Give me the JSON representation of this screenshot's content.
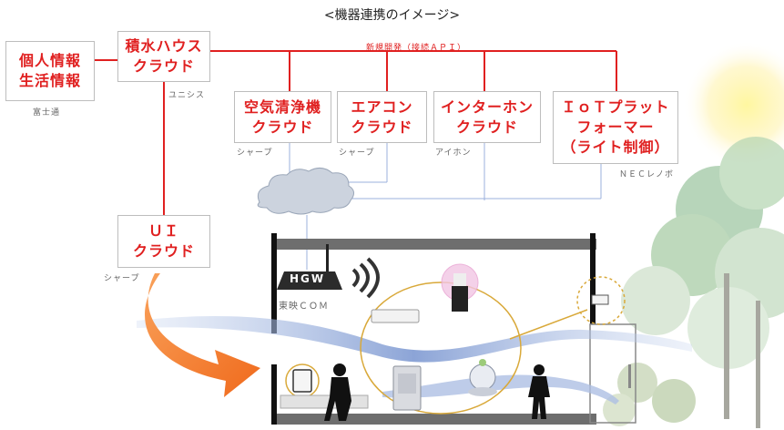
{
  "title": "<機器連携のイメージ>",
  "api_label": "新規開発（接続ＡＰＩ）",
  "boxes": {
    "personal": {
      "line1": "個人情報",
      "line2": "生活情報",
      "vendor": "富士通"
    },
    "sekisui": {
      "line1": "積水ハウス",
      "line2": "クラウド",
      "vendor": "ユニシス"
    },
    "air_purifier": {
      "line1": "空気清浄機",
      "line2": "クラウド",
      "vendor": "シャープ"
    },
    "aircon": {
      "line1": "エアコン",
      "line2": "クラウド",
      "vendor": "シャープ"
    },
    "intercom": {
      "line1": "インターホン",
      "line2": "クラウド",
      "vendor": "アイホン"
    },
    "iot": {
      "line1": "ＩｏＴプラット",
      "line2": "フォーマー",
      "line3": "（ライト制御）",
      "vendor": "ＮＥＣレノボ"
    },
    "ui": {
      "line1": "ＵＩ",
      "line2": "クラウド",
      "vendor": "シャープ"
    }
  },
  "hgw": {
    "label": "HGW",
    "vendor": "東映ＣＯＭ"
  },
  "colors": {
    "red": "#e02020",
    "orange": "#f07a2a",
    "gold": "#d9a93a",
    "blue": "#8fa6d6"
  }
}
